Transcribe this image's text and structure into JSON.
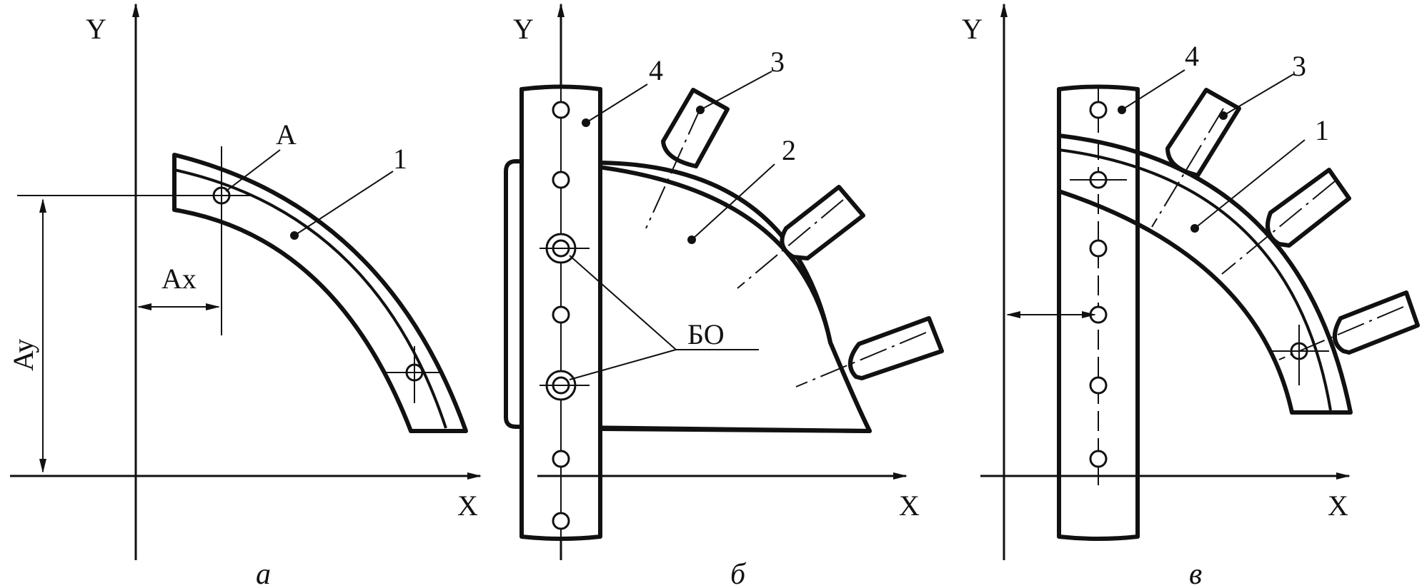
{
  "panels": {
    "a": {
      "caption": "а",
      "axis_x": "X",
      "axis_y": "Y",
      "label_point": "A",
      "label_part": "1",
      "label_ax": "Ax",
      "label_ay": "Ay"
    },
    "b": {
      "caption": "б",
      "axis_x": "X",
      "axis_y": "Y",
      "label_1": "2",
      "label_2": "3",
      "label_3": "4",
      "label_bo": "БО"
    },
    "c": {
      "caption": "в",
      "axis_x": "X",
      "axis_y": "Y",
      "label_1": "1",
      "label_2": "3",
      "label_3": "4"
    }
  }
}
